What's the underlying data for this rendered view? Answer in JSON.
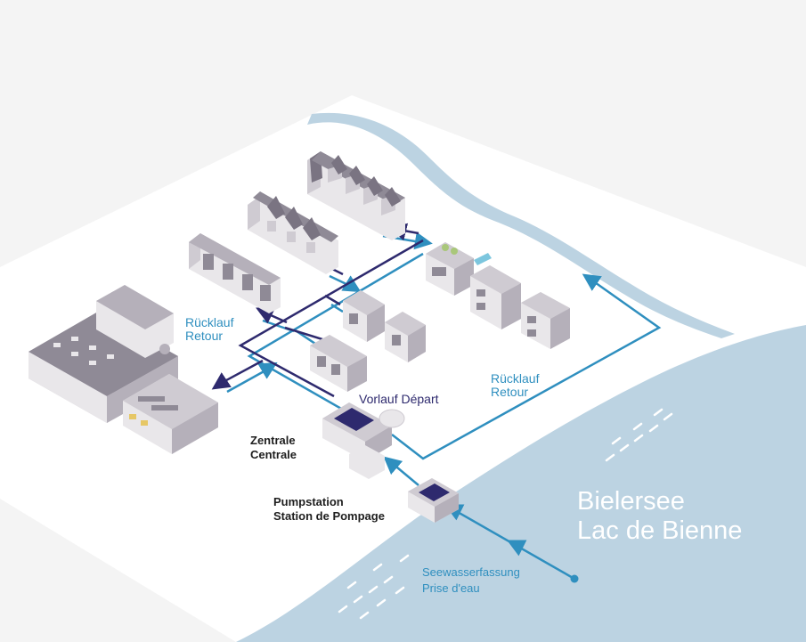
{
  "labels": {
    "return_left": "Rücklauf\nRetour",
    "supply": "Vorlauf Départ",
    "return_right": "Rücklauf\nRetour",
    "central": "Zentrale\nCentrale",
    "pump": "Pumpstation\nStation de Pompage",
    "lake": "Bielersee\nLac de Bienne",
    "intake": "Seewasserfassung\nPrise d'eau"
  },
  "colors": {
    "background": "#f4f4f4",
    "land": "#ffffff",
    "water": "#bcd3e2",
    "return_line": "#2f8fbf",
    "supply_line": "#2e2a6e",
    "building_light": "#e9e7ea",
    "building_mid": "#cfcbd2",
    "building_dark": "#8f8a96",
    "roof": "#7a7482"
  }
}
